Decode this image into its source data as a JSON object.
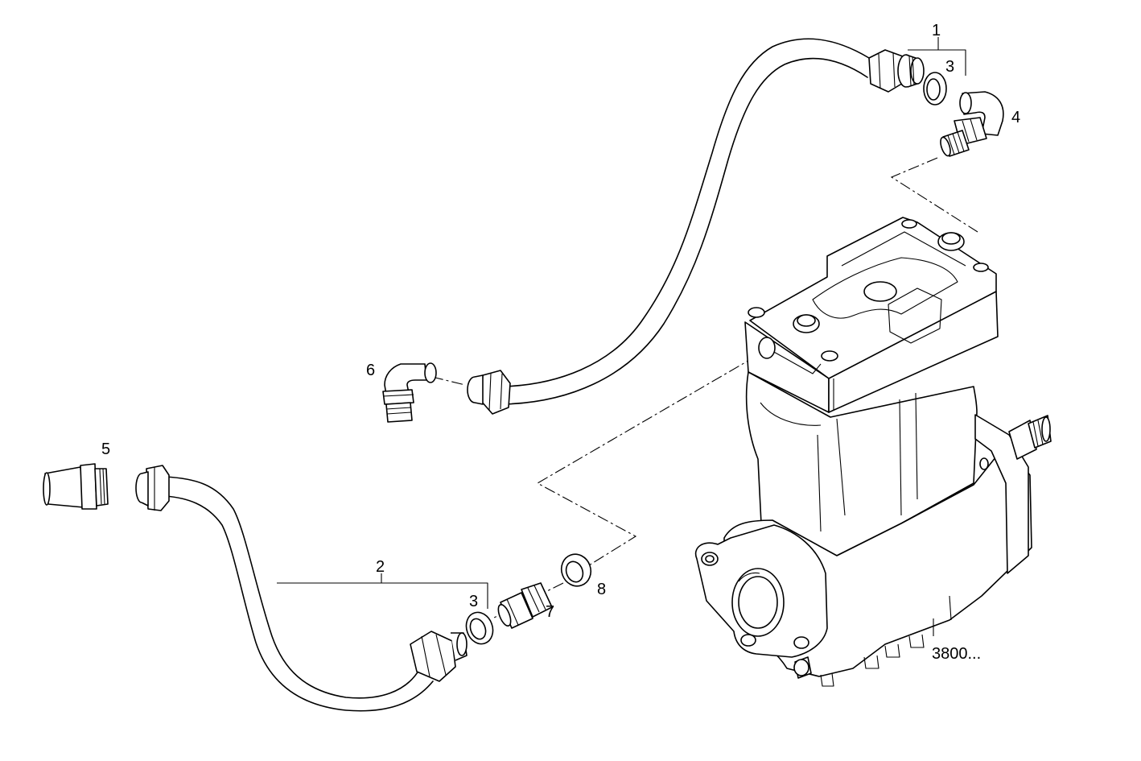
{
  "diagram": {
    "callouts": [
      {
        "id": "callout-1",
        "text": "1"
      },
      {
        "id": "callout-3-top",
        "text": "3"
      },
      {
        "id": "callout-4",
        "text": "4"
      },
      {
        "id": "callout-6",
        "text": "6"
      },
      {
        "id": "callout-5",
        "text": "5"
      },
      {
        "id": "callout-2",
        "text": "2"
      },
      {
        "id": "callout-3-bottom",
        "text": "3"
      },
      {
        "id": "callout-7",
        "text": "7"
      },
      {
        "id": "callout-8",
        "text": "8"
      }
    ],
    "reference_code": "3800..."
  }
}
